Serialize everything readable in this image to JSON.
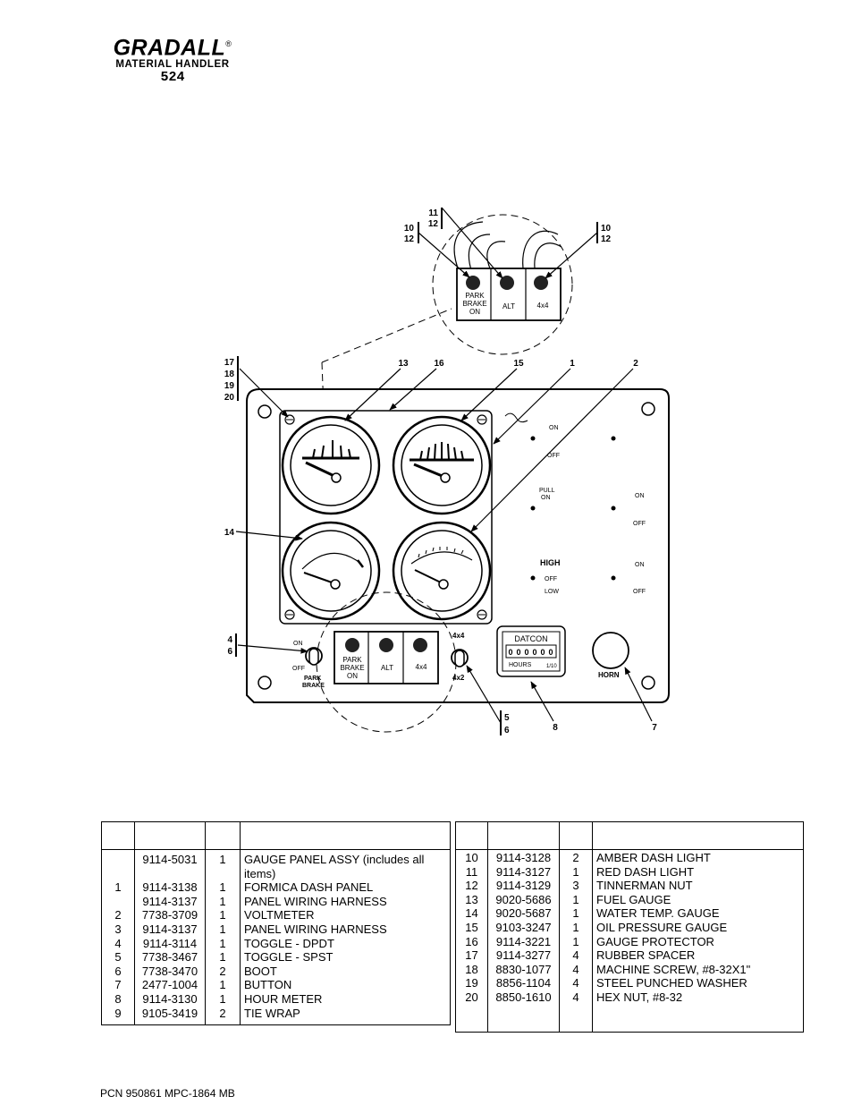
{
  "header": {
    "brand": "GRADALL",
    "registered": "®",
    "subtitle": "MATERIAL HANDLER",
    "model": "524"
  },
  "callouts": {
    "c10_12_left": [
      "10",
      "12"
    ],
    "c11_12": [
      "11",
      "12"
    ],
    "c10_12_right": [
      "10",
      "12"
    ],
    "c17_20": [
      "17",
      "18",
      "19",
      "20"
    ],
    "c13": "13",
    "c16": "16",
    "c15": "15",
    "c1": "1",
    "c2": "2",
    "c14": "14",
    "c4_6": [
      "4",
      "6"
    ],
    "c5_6": [
      "5",
      "6"
    ],
    "c8": "8",
    "c7": "7"
  },
  "panel_labels": {
    "park_brake_on": [
      "PARK",
      "BRAKE",
      "ON"
    ],
    "alt": "ALT",
    "four_by_four": "4x4",
    "four_by_two": "4x2",
    "on": "ON",
    "off": "OFF",
    "pull_on": [
      "PULL",
      "ON"
    ],
    "high": "HIGH",
    "low": "LOW",
    "park_brake": [
      "PARK",
      "BRAKE"
    ],
    "datcon": "DATCON",
    "hours": "HOURS",
    "tenth": "1/10",
    "hour_digits": [
      "0",
      "0",
      "0",
      "0",
      "0",
      "0"
    ],
    "horn": "HORN"
  },
  "parts_left": [
    {
      "item": "",
      "part": "9114-5031",
      "qty": "1",
      "desc": "GAUGE PANEL ASSY (includes all"
    },
    {
      "item": "",
      "part": "",
      "qty": "",
      "desc": "items)"
    },
    {
      "item": "1",
      "part": "9114-3138",
      "qty": "1",
      "desc": "FORMICA DASH PANEL"
    },
    {
      "item": "",
      "part": "9114-3137",
      "qty": "1",
      "desc": "PANEL WIRING HARNESS"
    },
    {
      "item": "2",
      "part": "7738-3709",
      "qty": "1",
      "desc": "VOLTMETER"
    },
    {
      "item": "3",
      "part": "9114-3137",
      "qty": "1",
      "desc": "PANEL WIRING HARNESS"
    },
    {
      "item": "4",
      "part": "9114-3114",
      "qty": "1",
      "desc": "TOGGLE - DPDT"
    },
    {
      "item": "5",
      "part": "7738-3467",
      "qty": "1",
      "desc": "TOGGLE - SPST"
    },
    {
      "item": "6",
      "part": "7738-3470",
      "qty": "2",
      "desc": "BOOT"
    },
    {
      "item": "7",
      "part": "2477-1004",
      "qty": "1",
      "desc": "BUTTON"
    },
    {
      "item": "8",
      "part": "9114-3130",
      "qty": "1",
      "desc": "HOUR METER"
    },
    {
      "item": "9",
      "part": "9105-3419",
      "qty": "2",
      "desc": "TIE WRAP"
    }
  ],
  "parts_right": [
    {
      "item": "10",
      "part": "9114-3128",
      "qty": "2",
      "desc": "AMBER DASH LIGHT"
    },
    {
      "item": "11",
      "part": "9114-3127",
      "qty": "1",
      "desc": "RED DASH LIGHT"
    },
    {
      "item": "12",
      "part": "9114-3129",
      "qty": "3",
      "desc": "TINNERMAN NUT"
    },
    {
      "item": "13",
      "part": "9020-5686",
      "qty": "1",
      "desc": "FUEL GAUGE"
    },
    {
      "item": "14",
      "part": "9020-5687",
      "qty": "1",
      "desc": "WATER TEMP. GAUGE"
    },
    {
      "item": "15",
      "part": "9103-3247",
      "qty": "1",
      "desc": "OIL PRESSURE GAUGE"
    },
    {
      "item": "16",
      "part": "9114-3221",
      "qty": "1",
      "desc": "GAUGE PROTECTOR"
    },
    {
      "item": "17",
      "part": "9114-3277",
      "qty": "4",
      "desc": "RUBBER SPACER"
    },
    {
      "item": "18",
      "part": "8830-1077",
      "qty": "4",
      "desc": "MACHINE SCREW, #8-32X1\""
    },
    {
      "item": "19",
      "part": "8856-1104",
      "qty": "4",
      "desc": "STEEL PUNCHED WASHER"
    },
    {
      "item": "20",
      "part": "8850-1610",
      "qty": "4",
      "desc": "HEX NUT, #8-32"
    }
  ],
  "footer": {
    "pcn": "PCN 950861 MPC-1864 MB"
  }
}
